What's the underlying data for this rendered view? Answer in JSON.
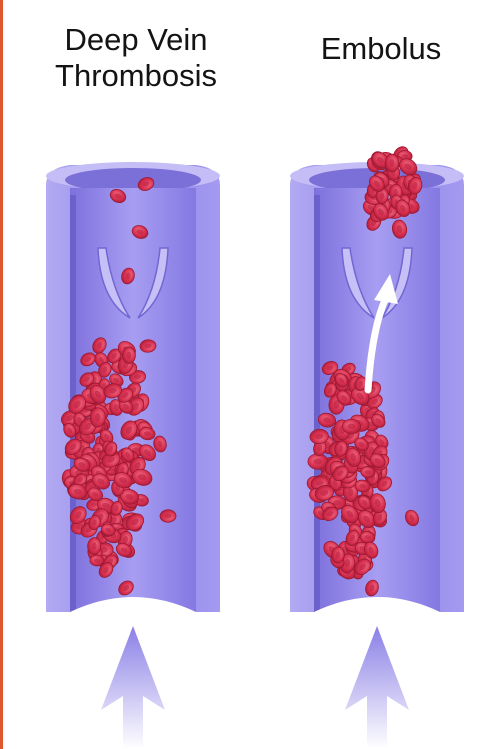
{
  "panels": [
    {
      "id": "dvt",
      "title_line1": "Deep Vein",
      "title_line2": "Thrombosis"
    },
    {
      "id": "embolus",
      "title_line1": "Embolus",
      "title_line2": ""
    }
  ],
  "colors": {
    "vein_wall": "#8d80e8",
    "vein_wall_light": "#b6adf3",
    "vein_lumen": "#9b8ff0",
    "red_cell": "#d63050",
    "red_cell_light": "#ee6a80",
    "accent_edge": "#e0562e"
  },
  "icons": [
    "blood-flow-arrow",
    "embolus-motion-arrow"
  ]
}
